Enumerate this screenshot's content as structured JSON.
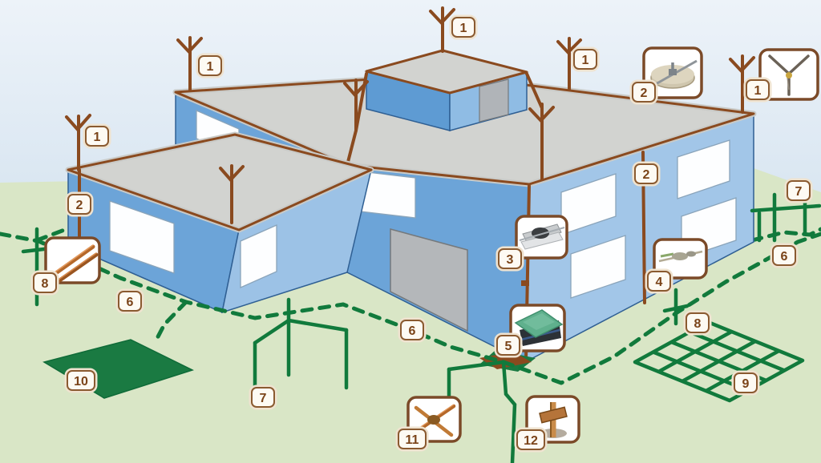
{
  "diagram": {
    "kind": "building-lightning-protection-and-earthing-system",
    "colors": {
      "conductor_brown": "#8A4A1F",
      "earthing_green": "#117A3C",
      "wall_blue": "#6CA4D8",
      "wall_blue_light": "#A2C6E8",
      "roof_gray": "#D2D3D0",
      "ground_green": "#D9E6C6",
      "sky_top": "#EDF3F9",
      "sky_bottom": "#C2D6E8",
      "earth_plate_green": "#1A7A42",
      "label_bg": "#FDFAF3",
      "label_border": "#8A5A30",
      "label_text": "#7A4318"
    }
  },
  "markers": [
    {
      "id": "1a",
      "number": "1"
    },
    {
      "id": "1b",
      "number": "1"
    },
    {
      "id": "1c",
      "number": "1"
    },
    {
      "id": "1d",
      "number": "1"
    },
    {
      "id": "1e",
      "number": "1"
    },
    {
      "id": "2a",
      "number": "2"
    },
    {
      "id": "2b",
      "number": "2"
    },
    {
      "id": "2c",
      "number": "2"
    },
    {
      "id": "3",
      "number": "3"
    },
    {
      "id": "4",
      "number": "4"
    },
    {
      "id": "5",
      "number": "5"
    },
    {
      "id": "6a",
      "number": "6"
    },
    {
      "id": "6b",
      "number": "6"
    },
    {
      "id": "6c",
      "number": "6"
    },
    {
      "id": "7a",
      "number": "7"
    },
    {
      "id": "7b",
      "number": "7"
    },
    {
      "id": "8a",
      "number": "8"
    },
    {
      "id": "8b",
      "number": "8"
    },
    {
      "id": "9",
      "number": "9"
    },
    {
      "id": "10",
      "number": "10"
    },
    {
      "id": "11",
      "number": "11"
    },
    {
      "id": "12",
      "number": "12"
    }
  ],
  "insets": [
    {
      "id": "inset-2",
      "icon": "roof-conductor-holder-photo"
    },
    {
      "id": "inset-1",
      "icon": "air-terminal-tip-photo"
    },
    {
      "id": "inset-3",
      "icon": "test-joint-clamp-photo"
    },
    {
      "id": "inset-4",
      "icon": "cable-connector-photo"
    },
    {
      "id": "inset-5",
      "icon": "inspection-pit-cover-photo"
    },
    {
      "id": "inset-8",
      "icon": "copper-conductor-rods-photo"
    },
    {
      "id": "inset-11",
      "icon": "cross-clamp-photo"
    },
    {
      "id": "inset-12",
      "icon": "earth-rod-clamp-photo"
    }
  ]
}
